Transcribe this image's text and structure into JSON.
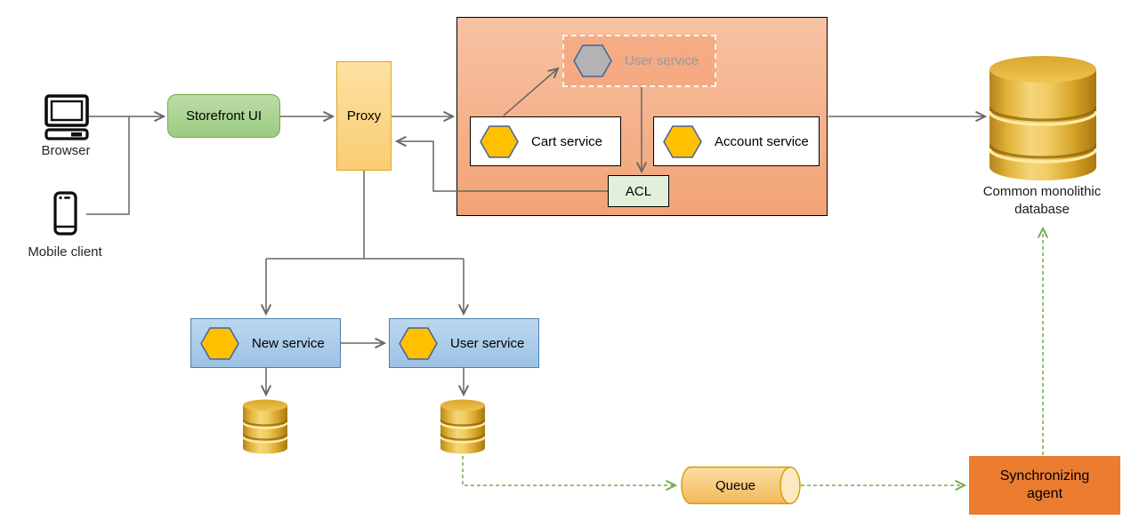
{
  "clients": {
    "browser_label": "Browser",
    "mobile_label": "Mobile client"
  },
  "nodes": {
    "storefront": "Storefront UI",
    "proxy": "Proxy",
    "legacy_user_service": "User service",
    "cart_service": "Cart service",
    "account_service": "Account service",
    "acl": "ACL",
    "monolith_db_label": "Common monolithic database",
    "new_service": "New service",
    "user_service": "User service",
    "queue": "Queue",
    "sync_agent": "Synchronizing agent"
  },
  "colors": {
    "connector_gray": "#666666",
    "connector_green": "#70AD47",
    "storefront_green": "#A9D18E",
    "proxy_yellow": "#FFD966",
    "monolith_container_orange": "#F4A778",
    "service_blue": "#9DC3E6",
    "hexagon_yellow": "#FFC000",
    "hexagon_gray": "#B3B3B3",
    "acl_green": "#E2EFDA",
    "queue_yellow": "#F9CE7E",
    "sync_orange": "#EC7C30",
    "db_gold": "#E7B63B"
  }
}
